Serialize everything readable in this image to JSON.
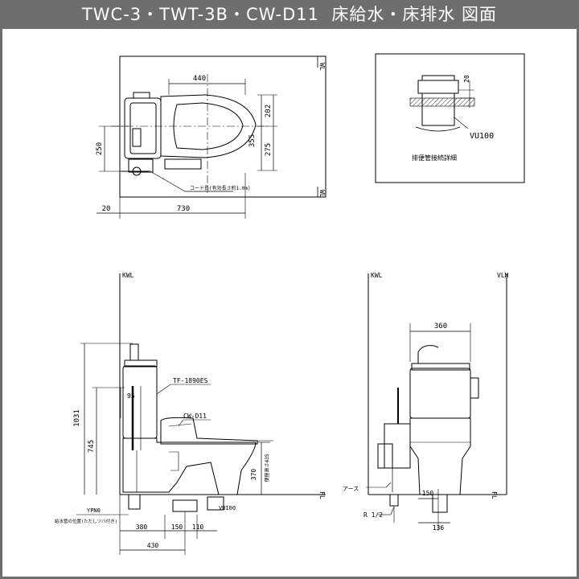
{
  "header": {
    "title": "TWC-3・TWT-3B・CW-D11  床給水・床排水 図面",
    "bg_color": "#6e6e6e",
    "text_color": "#ffffff"
  },
  "plan_view": {
    "dim_top": "440",
    "dim_right_total": "355",
    "dim_right_upper": "202",
    "dim_right_lower": "275",
    "dim_left": "250",
    "dim_bottom_left": "20",
    "dim_bottom": "730",
    "wall_label_top": "WL",
    "wall_label_bottom": "WL",
    "note": "コード長(有効長さ約1.0m)"
  },
  "detail_view": {
    "dim_top": "20",
    "pipe_label": "VU100",
    "caption": "排便管接続詳細"
  },
  "side_view": {
    "wall_label": "KWL",
    "floor_label": "FL",
    "part_flush": "TF-1890ES",
    "part_seat": "CW-D11",
    "dim_total_height": "1031",
    "dim_tank_height": "745",
    "dim_95": "95",
    "dim_370": "370",
    "note_seat_height": "便座高さ435",
    "label_supply": "YPN0",
    "note_supply": "給水管の位置(ただしツバ付き)",
    "dim_380": "380",
    "dim_150": "150",
    "dim_110": "110",
    "dim_430": "430",
    "drain_label": "VU100"
  },
  "front_view": {
    "wall_label_left": "KWL",
    "wall_label_right": "VLH",
    "floor_label": "FL",
    "dim_width": "360",
    "label_earth": "アース",
    "label_r12": "R 1/2",
    "dim_150": "150",
    "dim_136": "136"
  }
}
